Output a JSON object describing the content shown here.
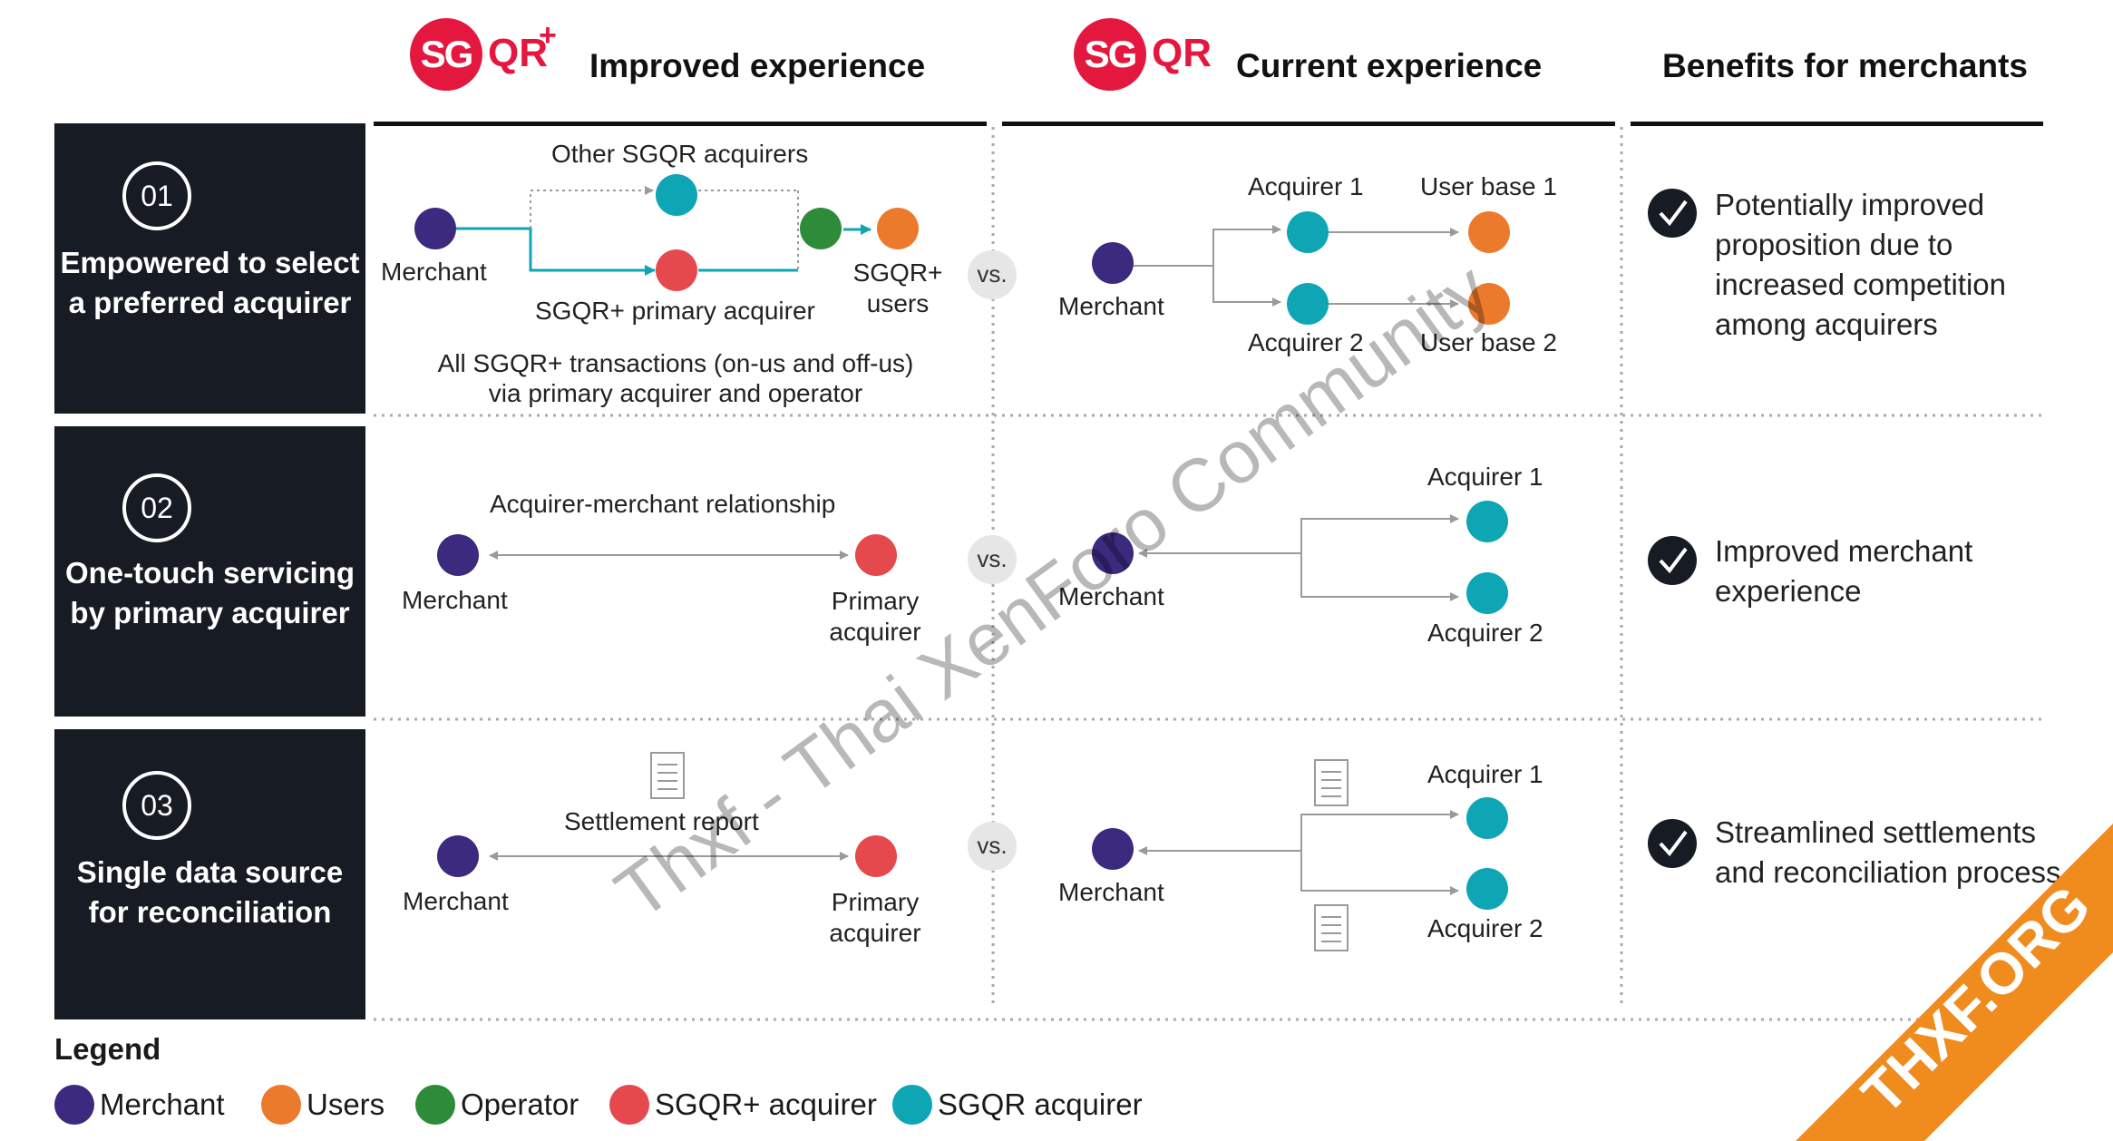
{
  "columns": {
    "improved": {
      "logo_sg": "SG",
      "logo_qr": "QR",
      "logo_plus": "+",
      "title": "Improved experience"
    },
    "current": {
      "logo_sg": "SG",
      "logo_qr": "QR",
      "title": "Current experience"
    },
    "benefits": {
      "title": "Benefits for merchants"
    }
  },
  "rows": [
    {
      "number": "01",
      "title": "Empowered to select a preferred acquirer",
      "benefit": "Potentially improved proposition due to increased competition among acquirers"
    },
    {
      "number": "02",
      "title": "One-touch servicing by primary acquirer",
      "benefit": "Improved merchant experience"
    },
    {
      "number": "03",
      "title": "Single data source for reconciliation",
      "benefit": "Streamlined settlements and reconciliation process"
    }
  ],
  "diagram1": {
    "improved": {
      "other_acquirers": "Other SGQR acquirers",
      "merchant": "Merchant",
      "primary_acquirer": "SGQR+ primary acquirer",
      "users": "SGQR+ users",
      "note": "All SGQR+ transactions (on-us and off-us) via primary acquirer and operator"
    },
    "vs": "vs.",
    "current": {
      "merchant": "Merchant",
      "acquirer1": "Acquirer 1",
      "acquirer2": "Acquirer 2",
      "userbase1": "User base 1",
      "userbase2": "User base 2"
    }
  },
  "diagram2": {
    "improved": {
      "relationship": "Acquirer-merchant relationship",
      "merchant": "Merchant",
      "primary": "Primary acquirer"
    },
    "vs": "vs.",
    "current": {
      "merchant": "Merchant",
      "acquirer1": "Acquirer 1",
      "acquirer2": "Acquirer 2"
    }
  },
  "diagram3": {
    "improved": {
      "report": "Settlement report",
      "merchant": "Merchant",
      "primary": "Primary acquirer"
    },
    "vs": "vs.",
    "current": {
      "merchant": "Merchant",
      "acquirer1": "Acquirer 1",
      "acquirer2": "Acquirer 2"
    }
  },
  "legend": {
    "title": "Legend",
    "items": [
      {
        "label": "Merchant",
        "color": "#3b2a7d"
      },
      {
        "label": "Users",
        "color": "#ec7a2d"
      },
      {
        "label": "Operator",
        "color": "#2e8b3a"
      },
      {
        "label": "SGQR+ acquirer",
        "color": "#e5484d"
      },
      {
        "label": "SGQR acquirer",
        "color": "#0ea5b5"
      }
    ]
  },
  "watermarks": {
    "main": "Thxf - Thai XenForo Community",
    "corner": "THXF.ORG"
  },
  "colors": {
    "merchant": "#3b2a7d",
    "users": "#ec7a2d",
    "operator": "#2e8b3a",
    "sgqr_plus_acquirer": "#e5484d",
    "sgqr_acquirer": "#0ea5b5",
    "teal_line": "#0ea5b5",
    "dark_panel": "#171b24",
    "brand_red": "#e4173e",
    "corner_banner": "#f08b1d"
  }
}
